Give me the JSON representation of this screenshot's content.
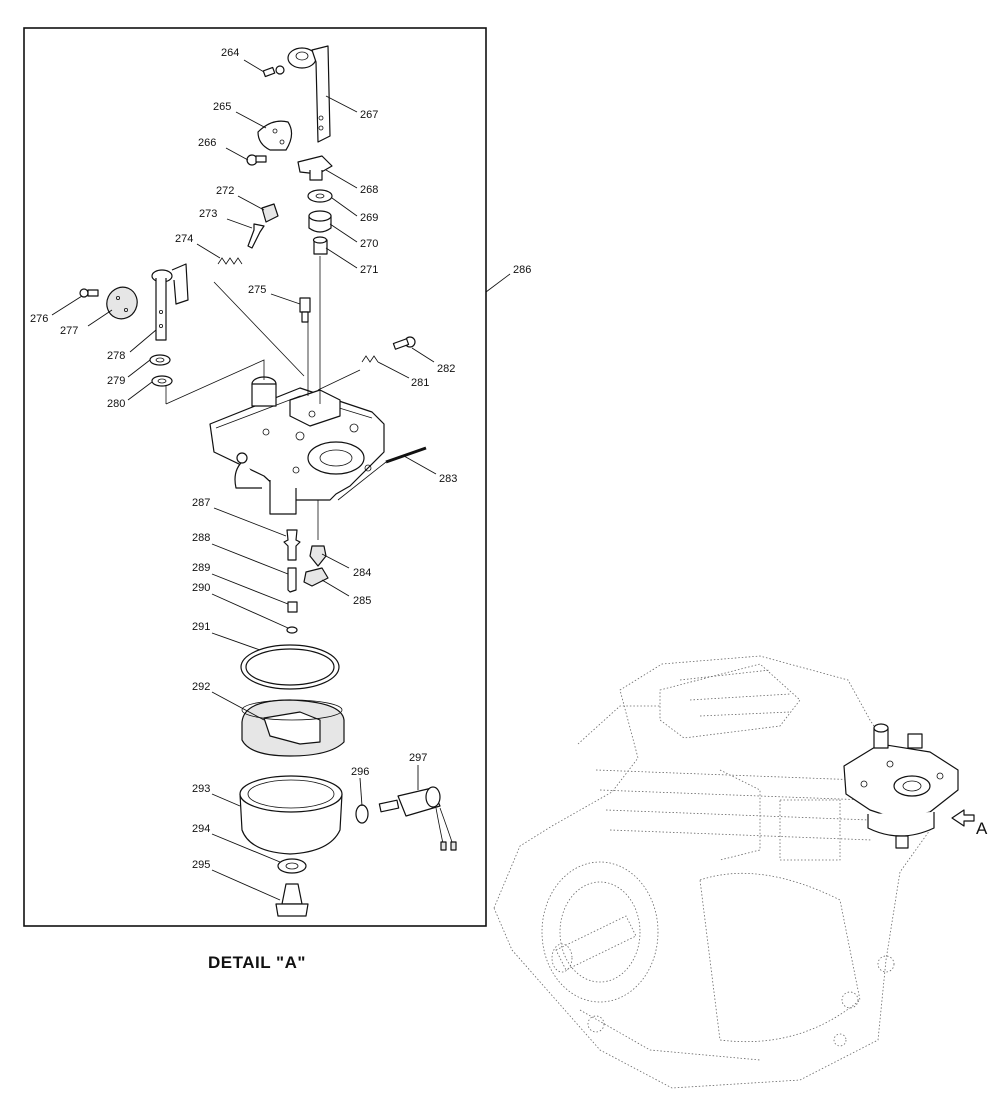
{
  "detail_caption": "DETAIL \"A\"",
  "view_arrow_label": "A",
  "callouts": [
    {
      "id": "264",
      "label": "264"
    },
    {
      "id": "265",
      "label": "265"
    },
    {
      "id": "266",
      "label": "266"
    },
    {
      "id": "267",
      "label": "267"
    },
    {
      "id": "268",
      "label": "268"
    },
    {
      "id": "269",
      "label": "269"
    },
    {
      "id": "270",
      "label": "270"
    },
    {
      "id": "271",
      "label": "271"
    },
    {
      "id": "272",
      "label": "272"
    },
    {
      "id": "273",
      "label": "273"
    },
    {
      "id": "274",
      "label": "274"
    },
    {
      "id": "275",
      "label": "275"
    },
    {
      "id": "276",
      "label": "276"
    },
    {
      "id": "277",
      "label": "277"
    },
    {
      "id": "278",
      "label": "278"
    },
    {
      "id": "279",
      "label": "279"
    },
    {
      "id": "280",
      "label": "280"
    },
    {
      "id": "281",
      "label": "281"
    },
    {
      "id": "282",
      "label": "282"
    },
    {
      "id": "283",
      "label": "283"
    },
    {
      "id": "284",
      "label": "284"
    },
    {
      "id": "285",
      "label": "285"
    },
    {
      "id": "286",
      "label": "286"
    },
    {
      "id": "287",
      "label": "287"
    },
    {
      "id": "288",
      "label": "288"
    },
    {
      "id": "289",
      "label": "289"
    },
    {
      "id": "290",
      "label": "290"
    },
    {
      "id": "291",
      "label": "291"
    },
    {
      "id": "292",
      "label": "292"
    },
    {
      "id": "293",
      "label": "293"
    },
    {
      "id": "294",
      "label": "294"
    },
    {
      "id": "295",
      "label": "295"
    },
    {
      "id": "296",
      "label": "296"
    },
    {
      "id": "297",
      "label": "297"
    }
  ]
}
